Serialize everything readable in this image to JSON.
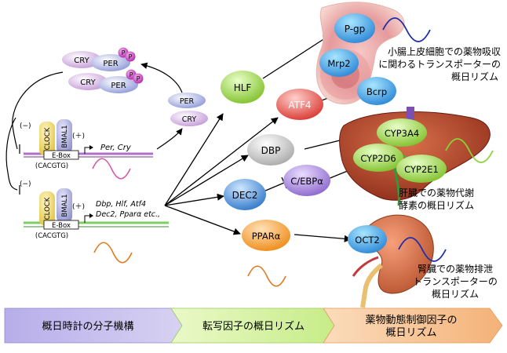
{
  "clock_complex": {
    "cry": "CRY",
    "per": "PER",
    "p": "P",
    "clock": "CLOCK",
    "bmal1": "BMAL1",
    "ebox": "E-Box",
    "cacgtg": "(CACGTG)",
    "minus": "(−)",
    "plus": "(＋)"
  },
  "targets_top": "Per, Cry",
  "targets_bottom_line1": "Dbp, Hlf, Atf4",
  "targets_bottom_line2": "Dec2, Pparα etc.,",
  "nodes": {
    "hlf": "HLF",
    "atf4": "ATF4",
    "dbp": "DBP",
    "dec2": "DEC2",
    "cebpa": "C/EBPα",
    "ppara": "PPARα"
  },
  "intestine": {
    "pgp": "P-gp",
    "mrp2": "Mrp2",
    "bcrp": "Bcrp",
    "caption_l1": "小腸上皮細胞での薬物吸収",
    "caption_l2": "に関わるトランスポーターの",
    "caption_l3": "概日リズム"
  },
  "liver": {
    "cyp3a4": "CYP3A4",
    "cyp2d6": "CYP2D6",
    "cyp2e1": "CYP2E1",
    "caption_l1": "肝臓での薬物代謝",
    "caption_l2": "酵素の概日リズム"
  },
  "kidney": {
    "oct2": "OCT2",
    "caption_l1": "腎臓での薬物排泄",
    "caption_l2": "トランスポーターの",
    "caption_l3": "概日リズム"
  },
  "bottom_bar": {
    "stage1": "概日時計の分子機構",
    "stage2": "転写因子の概日リズム",
    "stage3_l1": "薬物動態制御因子の",
    "stage3_l2": "概日リズム"
  },
  "colors": {
    "hlf": "#9acd3a",
    "atf4": "#e8534e",
    "dbp": "#c8c8c8",
    "dec2": "#4b8fd6",
    "cebpa": "#9b7fd4",
    "ppara": "#f39a2b",
    "transporter": "#3f8fd9",
    "wave_blue": "#1f2fa8",
    "wave_pink": "#d85aa8",
    "wave_orange": "#e07a22",
    "wave_green": "#8bd23a"
  }
}
